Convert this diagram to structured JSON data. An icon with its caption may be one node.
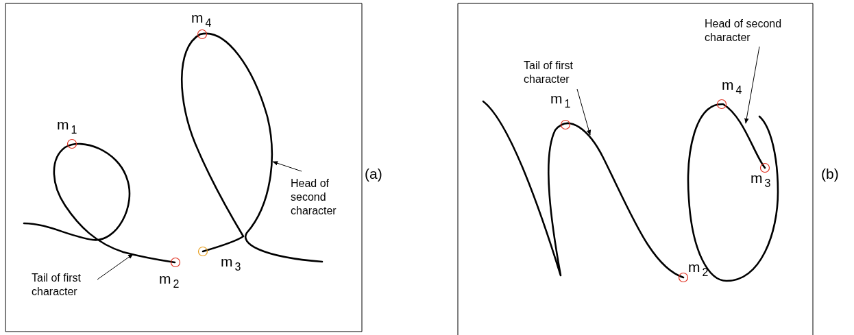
{
  "diagram": {
    "nodes": [
      {
        "text": [],
        "shape": "picture"
      },
      {
        "text": [],
        "shape": "picture"
      },
      {
        "text": [
          "Head of second character"
        ]
      },
      {
        "text": [
          "Tail of first character"
        ]
      },
      {
        "text": [],
        "shape": "picture"
      },
      {
        "text": [],
        "shape": "picture"
      },
      {
        "text": [
          "Tail of first character"
        ]
      },
      {
        "text": [
          "Head of second character"
        ]
      }
    ],
    "edges": [
      {
        "from": 2,
        "to": 1,
        "arrow": "to"
      },
      {
        "from": 3,
        "to": 0,
        "arrow": "to"
      },
      {
        "from": 6,
        "to": 4,
        "arrow": "to"
      },
      {
        "from": 7,
        "to": 5,
        "arrow": "to"
      }
    ],
    "labels": [
      "m$_{4}$",
      "m$_{1}$",
      "(a)",
      "m$_{3}$",
      "m$_{2}$",
      "m$_{4}$",
      "m$_{1}$",
      "(b)",
      "m$_{3}$",
      "m$_{2}$"
    ]
  }
}
